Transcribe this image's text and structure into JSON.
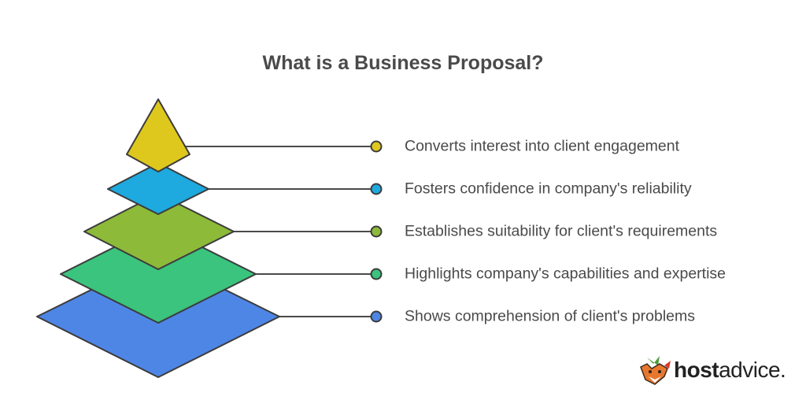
{
  "title": "What is a Business Proposal?",
  "layers": [
    {
      "label": "Converts interest into client engagement",
      "color": "#DFC81D"
    },
    {
      "label": "Fosters confidence in company's reliability",
      "color": "#1EA9DF"
    },
    {
      "label": "Establishes suitability for client's requirements",
      "color": "#8DBA39"
    },
    {
      "label": "Highlights company's capabilities and expertise",
      "color": "#3AC47D"
    },
    {
      "label": "Shows comprehension of client's problems",
      "color": "#4E86E6"
    }
  ],
  "brand": {
    "part1": "host",
    "part2": "advice",
    "part3": ".",
    "icon": "fox-mascot-icon"
  }
}
